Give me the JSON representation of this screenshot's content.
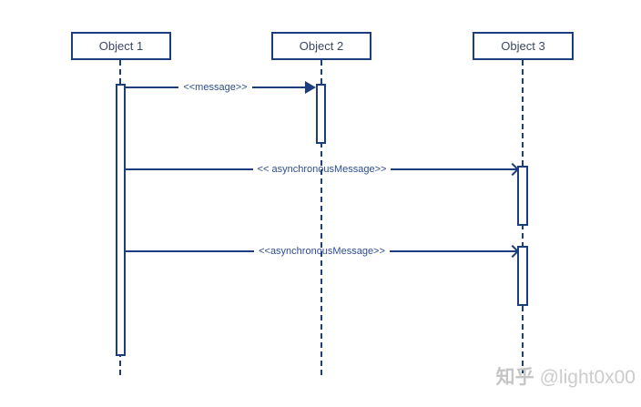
{
  "diagram": {
    "type": "uml-sequence-diagram",
    "objects": [
      {
        "name": "Object 1"
      },
      {
        "name": "Object 2"
      },
      {
        "name": "Object 3"
      }
    ],
    "messages": [
      {
        "label": "<<message>>",
        "type": "synchronous",
        "from": "Object 1",
        "to": "Object 2"
      },
      {
        "label": "<< asynchronousMessage>>",
        "type": "asynchronous",
        "from": "Object 1",
        "to": "Object 3"
      },
      {
        "label": "<<asynchronousMessage>>",
        "type": "asynchronous",
        "from": "Object 1",
        "to": "Object 3"
      }
    ]
  },
  "watermark": {
    "brand": "知乎",
    "handle": "@light0x00"
  },
  "colors": {
    "line": "#1c3e7c",
    "message_text": "#2e4d8e",
    "object_text": "#3a4763",
    "watermark": "#c9c9c9",
    "background": "#ffffff"
  }
}
